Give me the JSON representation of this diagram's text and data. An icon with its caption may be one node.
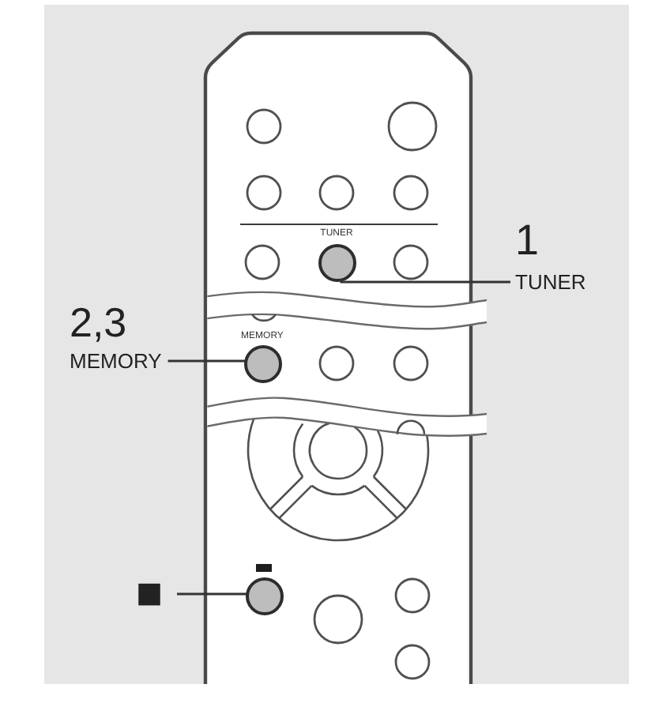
{
  "diagram": {
    "nodes": [
      {
        "text": [
          "1",
          "TUNER"
        ]
      },
      {
        "text": [],
        "shape": "circle",
        "beside": [
          "TUNER"
        ]
      },
      {
        "text": [
          "2,3",
          "MEMORY"
        ]
      },
      {
        "text": [],
        "shape": "circle",
        "beside": [
          "MEMORY"
        ]
      },
      {
        "text": [
          "■"
        ]
      },
      {
        "text": [],
        "shape": "circle"
      }
    ],
    "edges": [
      {
        "from": 0,
        "to": 1,
        "arrow": "none"
      },
      {
        "from": 2,
        "to": 3,
        "arrow": "none"
      },
      {
        "from": 4,
        "to": 5,
        "arrow": "none"
      }
    ]
  }
}
